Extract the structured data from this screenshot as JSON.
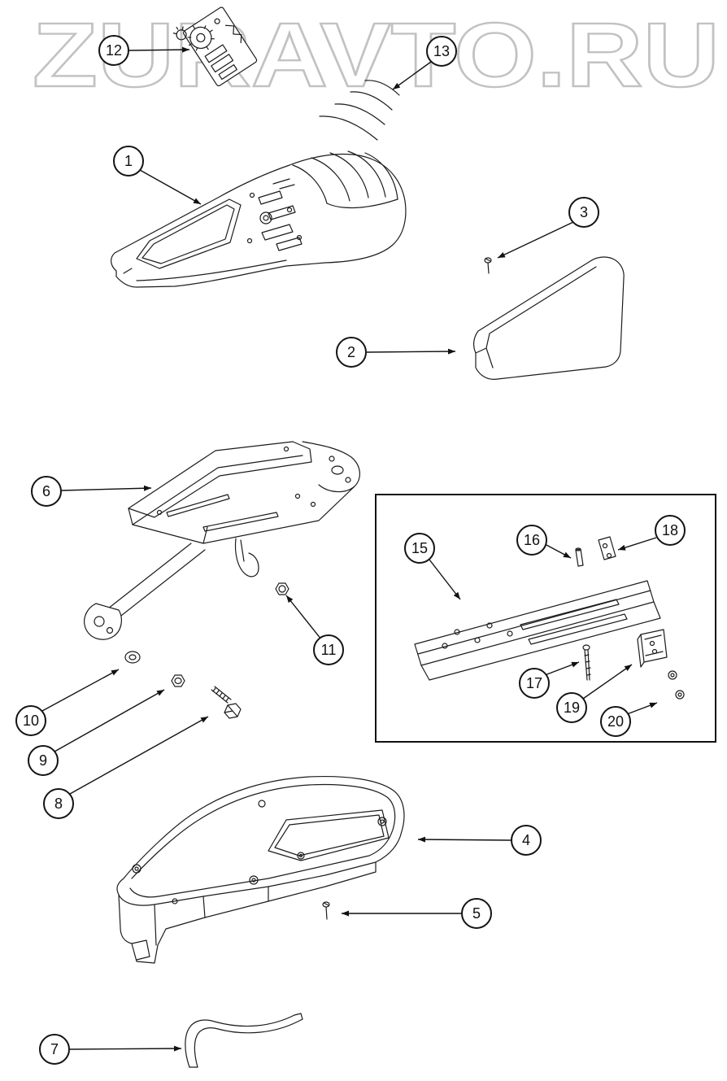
{
  "watermark": "ZURAVTO.RU",
  "callouts": {
    "1": "1",
    "2": "2",
    "3": "3",
    "4": "4",
    "5": "5",
    "6": "6",
    "7": "7",
    "8": "8",
    "9": "9",
    "10": "10",
    "11": "11",
    "12": "12",
    "13": "13",
    "15": "15",
    "16": "16",
    "17": "17",
    "18": "18",
    "19": "19",
    "20": "20"
  }
}
